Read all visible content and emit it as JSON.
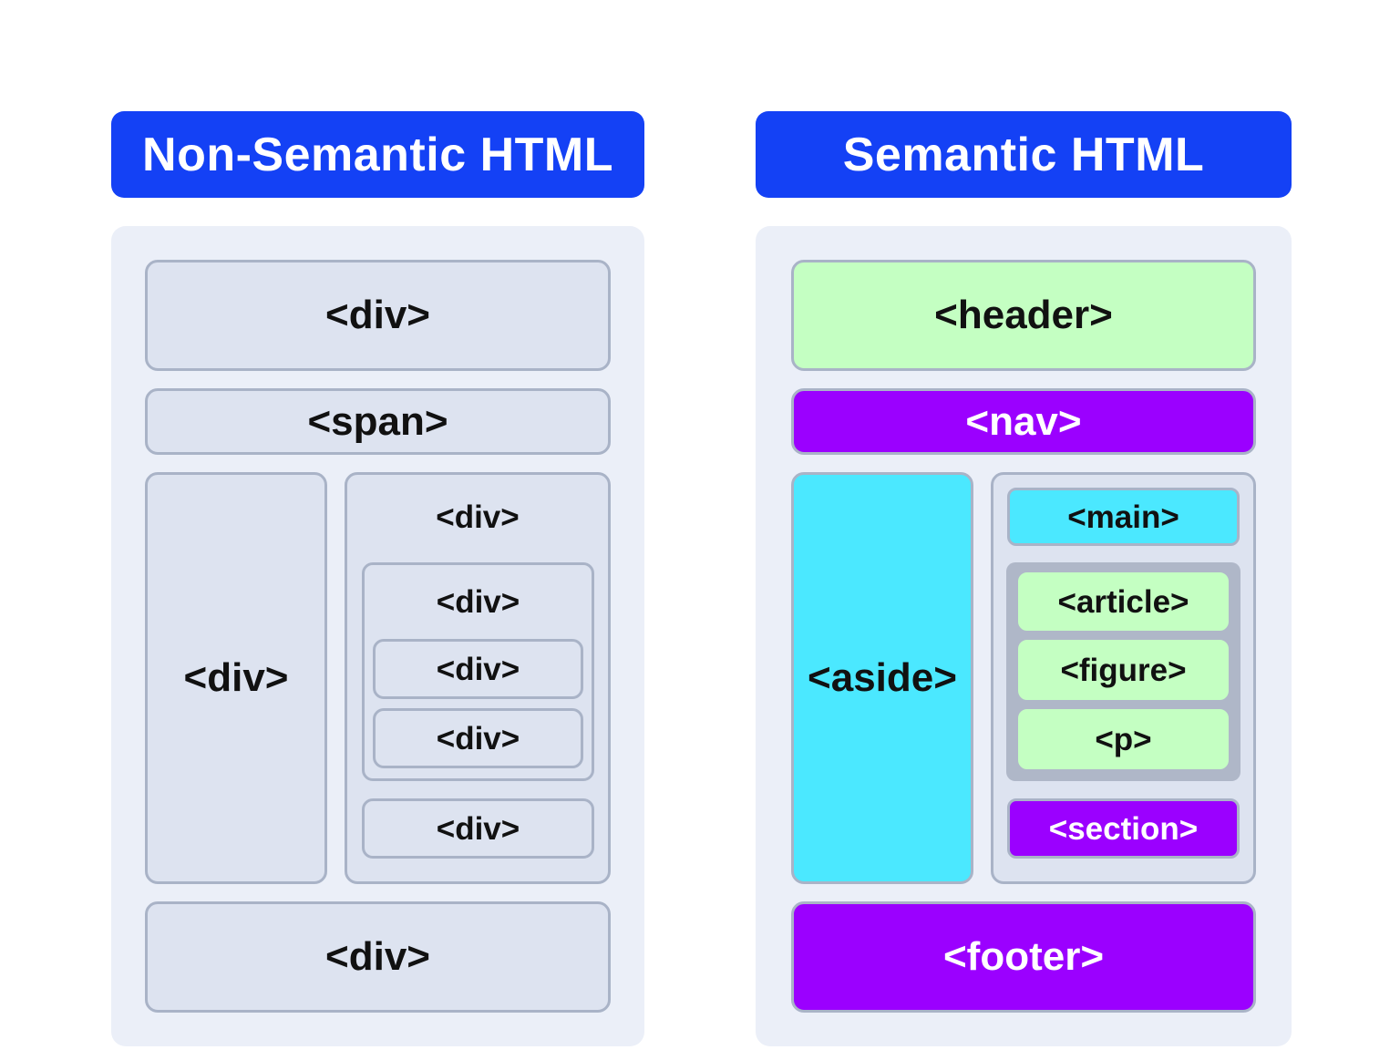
{
  "colors": {
    "title_bg": "#1441F5",
    "panel_bg": "#EBEFF8",
    "neutral_fill": "#DDE3F0",
    "neutral_border": "#A9B3C7",
    "green": "#C4FFC2",
    "purple": "#9B00FF",
    "cyan": "#4BE8FF",
    "group_gray": "#AFB7C8"
  },
  "left": {
    "title": "Non-Semantic HTML",
    "top": "<div>",
    "span": "<span>",
    "sidebar": "<div>",
    "col_top": "<div>",
    "group_label": "<div>",
    "group_item1": "<div>",
    "group_item2": "<div>",
    "col_bottom": "<div>",
    "bottom": "<div>"
  },
  "right": {
    "title": "Semantic HTML",
    "header": "<header>",
    "nav": "<nav>",
    "aside": "<aside>",
    "main": "<main>",
    "article": "<article>",
    "figure": "<figure>",
    "p": "<p>",
    "section": "<section>",
    "footer": "<footer>"
  }
}
